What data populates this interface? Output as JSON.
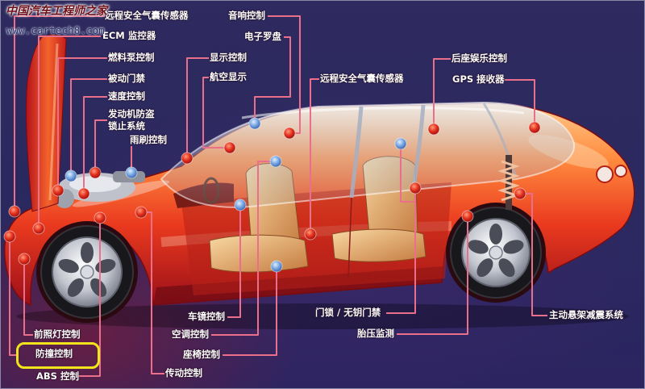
{
  "watermark": {
    "site_name": "中国汽车工程师之家",
    "url": "www.cartech8.com"
  },
  "labels": {
    "remote_airbag_sensor_top": "远程安全气囊传感器",
    "ecm_monitor": "ECM 监控器",
    "fuel_pump_control": "燃料泵控制",
    "passive_entry": "被动门禁",
    "speed_control": "速度控制",
    "engine_immobilizer_line1": "发动机防盗",
    "engine_immobilizer_line2": "锁止系统",
    "wiper_control": "雨刷控制",
    "audio_control": "音响控制",
    "electronic_compass": "电子罗盘",
    "display_control": "显示控制",
    "aviation_display": "航空显示",
    "remote_airbag_sensor_mid": "远程安全气囊传感器",
    "rear_entertainment_control": "后座娱乐控制",
    "gps_receiver": "GPS 接收器",
    "active_suspension": "主动悬架减震系统",
    "tire_pressure_monitor": "胎压监测",
    "door_lock_keyless_entry": "门锁 / 无钥门禁",
    "mirror_control": "车镜控制",
    "ac_control": "空调控制",
    "seat_control": "座椅控制",
    "transmission_control": "传动控制",
    "headlamp_control": "前照灯控制",
    "collision_avoidance_control": "防撞控制",
    "abs_control": "ABS 控制"
  },
  "colors": {
    "background": "#2b2960",
    "label_text": "#ffffff",
    "leader_line": "#ea6f8b",
    "sensor_red": "#e3301e",
    "sensor_blue": "#77a6e2",
    "highlight_box": "#f2e41c",
    "car_body": "#ea3a1f",
    "watermark_title": "#6e0f18",
    "watermark_url": "#22306e"
  }
}
